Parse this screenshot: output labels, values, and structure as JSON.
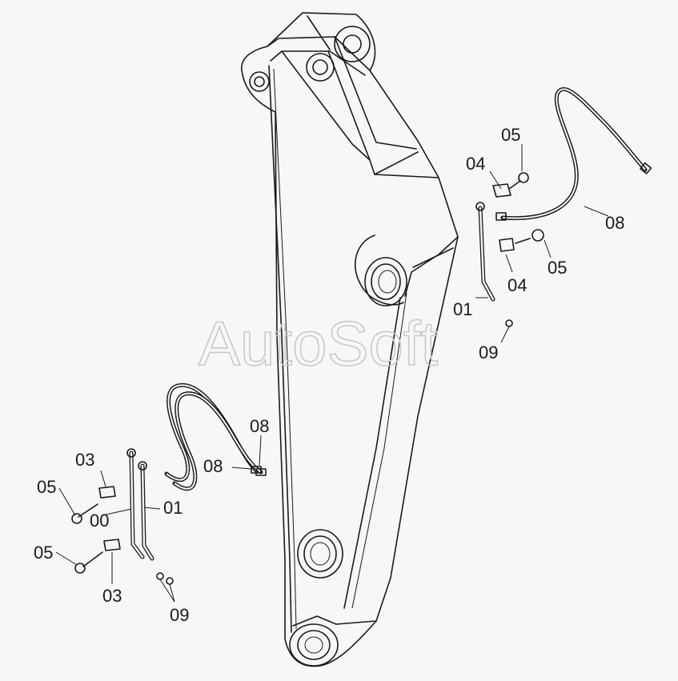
{
  "watermark": "AutoSoft",
  "labels": {
    "part_05_upper": "05",
    "part_04_upper": "04",
    "part_08_right": "08",
    "part_05_right": "05",
    "part_04_right": "04",
    "part_01_right": "01",
    "part_09_right": "09",
    "part_08_left_upper": "08",
    "part_08_left_lower": "08",
    "part_03_upper": "03",
    "part_05_left_upper": "05",
    "part_00": "00",
    "part_01_left": "01",
    "part_05_left_lower": "05",
    "part_03_lower": "03",
    "part_09_left": "09"
  }
}
